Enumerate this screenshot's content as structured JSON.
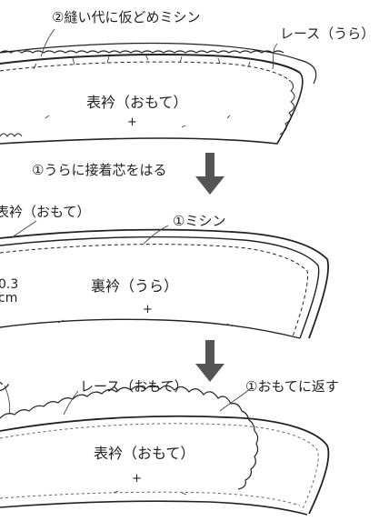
{
  "labels": {
    "step2_baste": "②縫い代に仮どめミシン",
    "lace_back": "レース（うら）",
    "outer_collar_face_1": "表衿（おもて）",
    "interfacing_note": "①うらに接着芯をはる",
    "outer_collar_face_cut": "表衿（おもて）",
    "step1_sew": "①ミシン",
    "seam_allowance_value": "0.3",
    "seam_allowance_unit": "cm",
    "under_collar_back": "裏衿（うら）",
    "sew_cut": "ン",
    "lace_front": "レース（おもて）",
    "turn_right_side": "①おもてに返す",
    "outer_collar_face_3": "表衿（おもて）"
  },
  "marks": {
    "center": "+"
  },
  "colors": {
    "line": "#222222",
    "arrow": "#555555",
    "background": "#ffffff"
  }
}
